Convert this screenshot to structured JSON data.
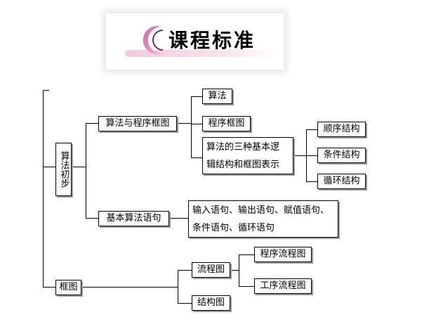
{
  "header": {
    "title": "课程标准"
  },
  "diagram": {
    "root": "算法初步",
    "framing": "框图",
    "algorithm_and_flowchart": "算法与程序框图",
    "algorithm": "算法",
    "program_flowchart": "程序框图",
    "basic_logic_line1": "算法的三种基本逻",
    "basic_logic_line2": "辑结构和框图表示",
    "sequence_structure": "顺序结构",
    "condition_structure": "条件结构",
    "loop_structure": "循环结构",
    "basic_statements": "基本算法语句",
    "statements_line1": "输入语句、输出语句、赋值语句、",
    "statements_line2": "条件语句、循环语句",
    "flow_chart": "流程图",
    "program_flow_chart": "程序流程图",
    "process_flow_chart": "工序流程图",
    "structure_chart": "结构图"
  }
}
